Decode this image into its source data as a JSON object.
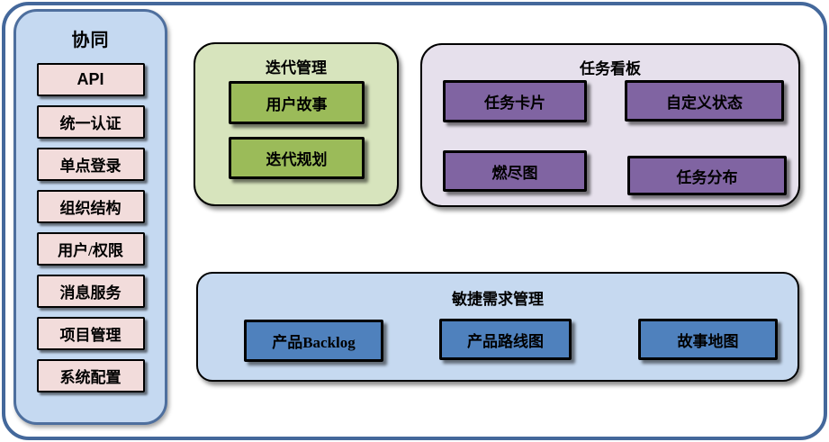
{
  "sidebar": {
    "title": "协同",
    "items": [
      "API",
      "统一认证",
      "单点登录",
      "组织结构",
      "用户/权限",
      "消息服务",
      "项目管理",
      "系统配置"
    ]
  },
  "groups": {
    "iteration": {
      "title": "迭代管理",
      "items": [
        "用户故事",
        "迭代规划"
      ]
    },
    "kanban": {
      "title": "任务看板",
      "items": [
        "任务卡片",
        "自定义状态",
        "燃尽图",
        "任务分布"
      ]
    },
    "requirements": {
      "title": "敏捷需求管理",
      "items": [
        "产品Backlog",
        "产品路线图",
        "故事地图"
      ]
    }
  },
  "colors": {
    "outer_border": "#44689B",
    "sidebar_bg": "#C5D9F1",
    "sidebar_border": "#4E6F9E",
    "sidebar_item_bg": "#F2DCDB",
    "iteration_bg": "#D7E4BD",
    "iteration_item_bg": "#9BBB59",
    "kanban_bg": "#E6E0EC",
    "kanban_item_bg": "#8064A2",
    "requirements_bg": "#C6D9F0",
    "requirements_item_bg": "#4F81BD",
    "box_border": "#000000"
  }
}
